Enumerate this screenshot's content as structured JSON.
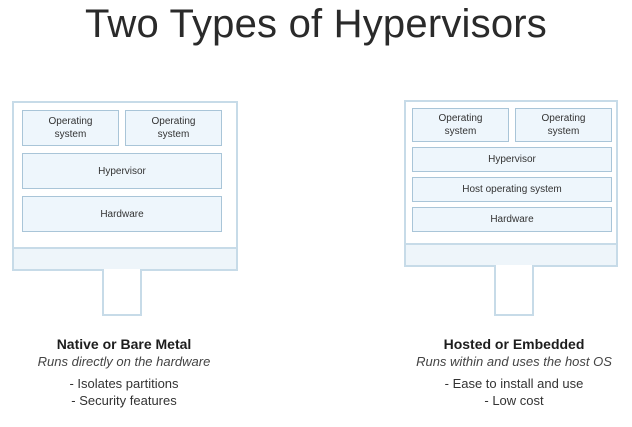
{
  "title": "Two Types of Hypervisors",
  "native": {
    "blocks": {
      "os1": "Operating system",
      "os2": "Operating system",
      "hypervisor": "Hypervisor",
      "hardware": "Hardware"
    },
    "heading": "Native or Bare Metal",
    "subtitle": "Runs directly on the hardware",
    "features": [
      "- Isolates partitions",
      "- Security features"
    ]
  },
  "hosted": {
    "blocks": {
      "os1": "Operating system",
      "os2": "Operating system",
      "hypervisor": "Hypervisor",
      "host_os": "Host operating system",
      "hardware": "Hardware"
    },
    "heading": "Hosted or Embedded",
    "subtitle": "Runs within and uses the host OS",
    "features": [
      "- Ease to install and use",
      "- Low cost"
    ]
  },
  "colors": {
    "frame": "#c7dbe8",
    "block_border": "#a9c5d8",
    "block_fill": "#eef6fc"
  }
}
